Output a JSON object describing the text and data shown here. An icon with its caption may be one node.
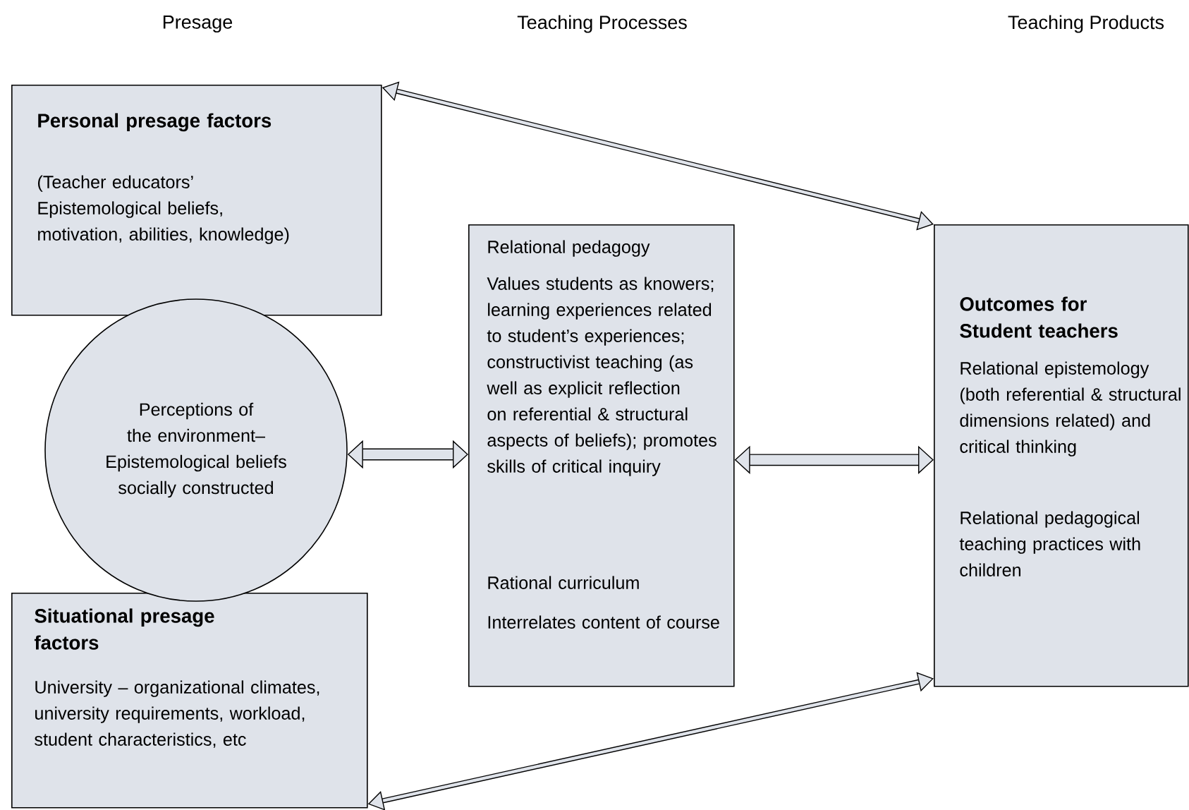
{
  "diagram": {
    "nodes": [
      {
        "text": [
          "Personal presage factors",
          "(Teacher educators’ Epistemological beliefs, motivation, abilities, knowledge)"
        ]
      },
      {
        "text": [
          "Perceptions of the environment– Epistemological beliefs socially constructed"
        ]
      },
      {
        "text": [
          "Situational presage factors",
          "University – organizational climates, university requirements, workload, student characteristics, etc"
        ]
      },
      {
        "text": [
          "Relational pedagogy",
          "Values students as knowers; learning experiences related to student’s experiences; constructivist teaching (as well as explicit reflection on referential & structural aspects of beliefs); promotes skills of critical inquiry",
          "Rational curriculum",
          "Interrelates content of course"
        ]
      },
      {
        "text": [
          "Outcomes for Student teachers",
          "Relational epistemology (both referential & structural dimensions related) and critical thinking",
          "Relational pedagogical teaching practices with children"
        ]
      }
    ],
    "edges": [
      {
        "from": 0,
        "to": 4,
        "arrow": "both"
      },
      {
        "from": 1,
        "to": 3,
        "arrow": "both",
        "style": "thick"
      },
      {
        "from": 3,
        "to": 4,
        "arrow": "both",
        "style": "thick"
      },
      {
        "from": 2,
        "to": 4,
        "arrow": "both"
      }
    ],
    "labels": [
      "Presage",
      "Teaching Processes",
      "Teaching Products"
    ]
  }
}
